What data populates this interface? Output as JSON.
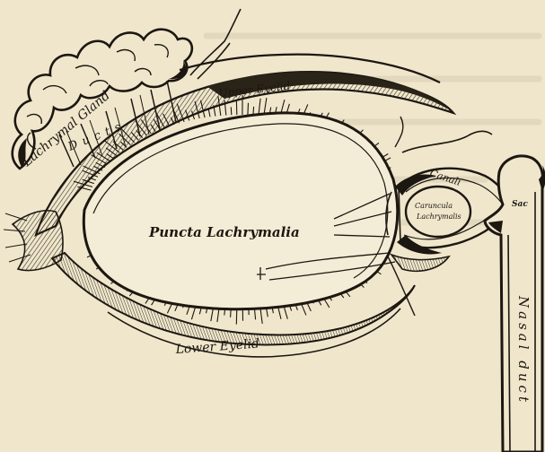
{
  "labels": {
    "lachrymal_gland": "Lachrymal Gland",
    "ducts": "Ducts",
    "upper_eyelid": "Upper Eyelid",
    "puncta_lachrymalia": "Puncta Lachrymalia",
    "canali": "Canali",
    "caruncula": "Caruncula",
    "caruncula_second_line": "Lachrymalis",
    "sac": "Sac",
    "nasal_duct": "Nasal duct",
    "lower_eyelid": "Lower Eyelid"
  },
  "colors": {
    "paper": "#efe6cc",
    "ink": "#1c1710",
    "shade": "#6e6650"
  }
}
